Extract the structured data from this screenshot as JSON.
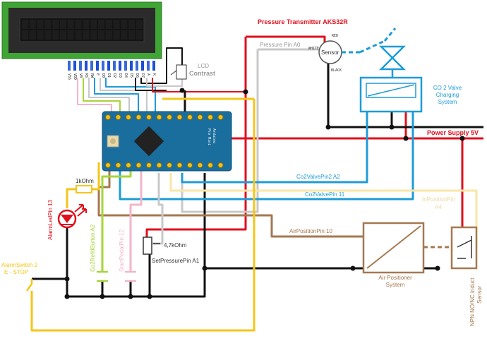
{
  "labels": {
    "pressure_title": "Pressure Transmitter AKS32R",
    "pressure_pin": "Pressure Pin A0",
    "sensor": "Sensor",
    "red": "RED",
    "black": "BLACK",
    "white": "WHITE",
    "lcd": "LCD",
    "contrast": "Contrast",
    "valve_line1": "CO 2 Valve",
    "valve_line2": "Charging",
    "valve_line3": "System",
    "power_supply": "Power Supply  5V",
    "co2valvepin2": "Co2ValvePin2 A2",
    "co2valvepin11": "Co2ValvePin 11",
    "inposition_line1": "InPositionPin",
    "inposition_line2": "A4",
    "airposition": "AirPositionPin 10",
    "air_positioner_line1": "Air Positioner",
    "air_positioner_line2": "System",
    "npn_sensor": "NPN NO/NC induct",
    "npn_sensor2": "Sensor",
    "ohm1k": "1kOhm",
    "alarmled": "AlarmLedPin 13",
    "co2refill": "Co2RefillButton A2",
    "startpedal": "StartPedalPin 12",
    "pot": "4,7kOhm",
    "setpressure": "SetPressurePin A1",
    "alarmswitch1": "AlarmSwitch 2",
    "alarmswitch2": "E - STOP",
    "arduino_name1": "Arduino",
    "arduino_name2": "Pro Mini",
    "lcd_pins": [
      "VSS",
      "VDD",
      "V0",
      "RS",
      "RW",
      "E",
      "D0",
      "D1",
      "D2",
      "D3",
      "D4",
      "D5",
      "D6",
      "D7",
      "A",
      "K"
    ]
  },
  "colors": {
    "red_wire": "#e0101c",
    "gray_wire": "#c8c8c8",
    "blue_wire": "#1e9bd7",
    "black_wire": "#111111",
    "yellow_wire": "#f5c518",
    "brown_wire": "#a57850",
    "pink_wire": "#f2b6c8",
    "green_wire": "#a6d53a",
    "board_blue": "#1a6e9e",
    "lcd_green": "#3fa535"
  }
}
